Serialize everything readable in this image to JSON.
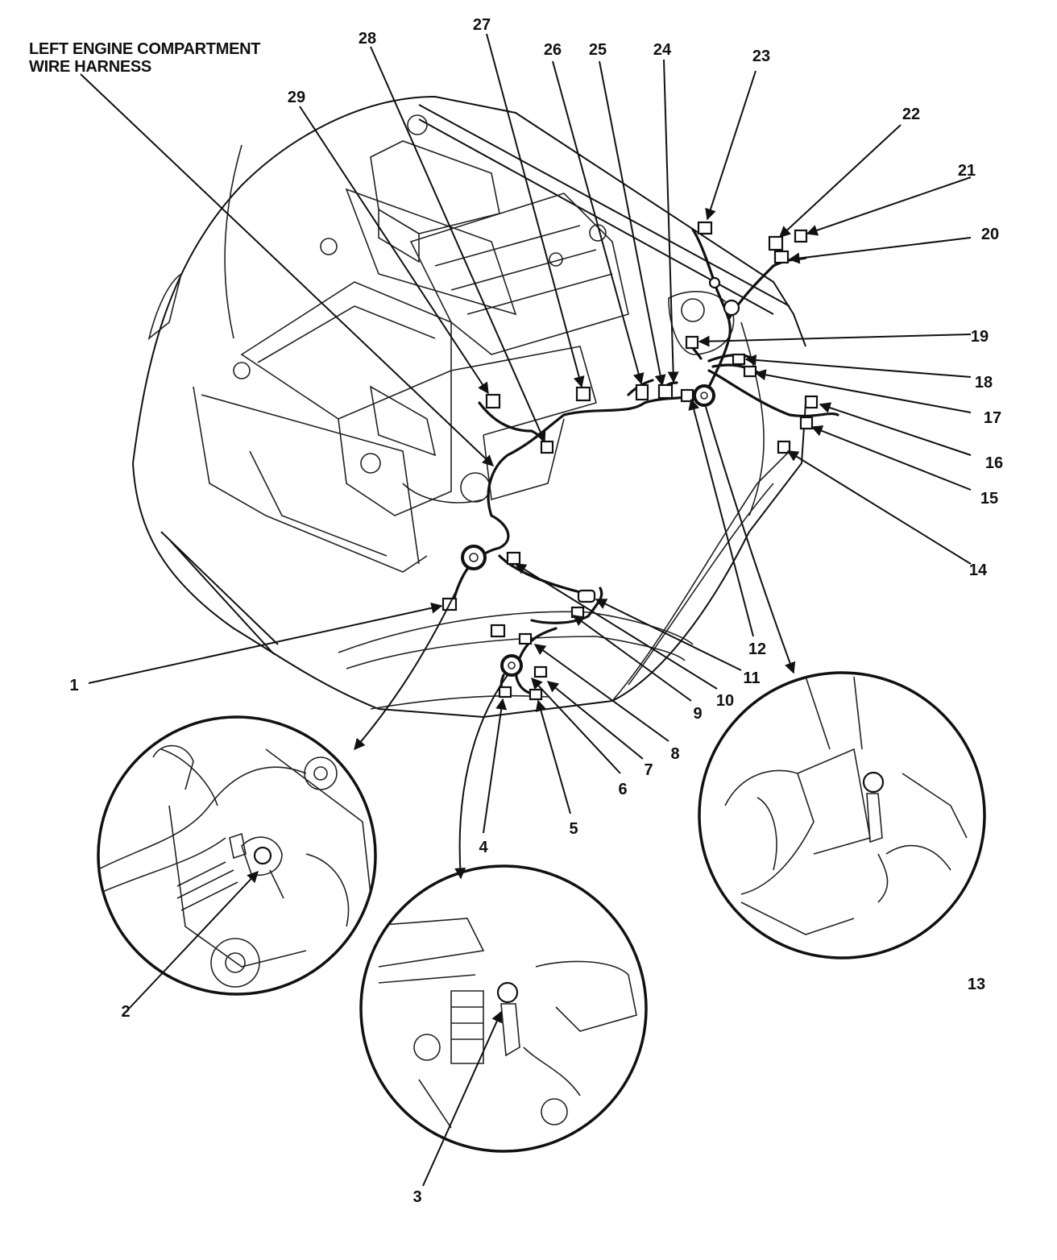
{
  "title": {
    "line1": "LEFT ENGINE COMPARTMENT",
    "line2": "WIRE HARNESS"
  },
  "callouts": [
    "1",
    "2",
    "3",
    "4",
    "5",
    "6",
    "7",
    "8",
    "9",
    "10",
    "11",
    "12",
    "13",
    "14",
    "15",
    "16",
    "17",
    "18",
    "19",
    "20",
    "21",
    "22",
    "23",
    "24",
    "25",
    "26",
    "27",
    "28",
    "29"
  ]
}
